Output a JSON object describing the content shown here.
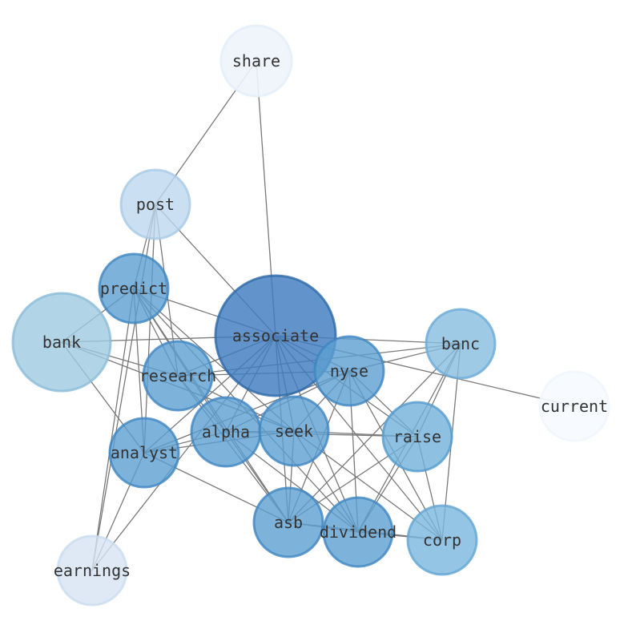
{
  "graph": {
    "nodes": [
      {
        "id": "associate",
        "label": "associate",
        "fill": "#3f7dbf",
        "stroke": "#2e6aa8",
        "opacity": 0.82
      },
      {
        "id": "bank",
        "label": "bank",
        "fill": "#9ecae1",
        "stroke": "#8bbcd8",
        "opacity": 0.8
      },
      {
        "id": "share",
        "label": "share",
        "fill": "#eef3fb",
        "stroke": "#e6eef9",
        "opacity": 0.9
      },
      {
        "id": "post",
        "label": "post",
        "fill": "#bdd7ee",
        "stroke": "#a8c9e6",
        "opacity": 0.8
      },
      {
        "id": "predict",
        "label": "predict",
        "fill": "#5c9fd1",
        "stroke": "#3f86c2",
        "opacity": 0.8
      },
      {
        "id": "banc",
        "label": "banc",
        "fill": "#86bde0",
        "stroke": "#6aaad7",
        "opacity": 0.8
      },
      {
        "id": "current",
        "label": "current",
        "fill": "#f6f9fe",
        "stroke": "#f1f6fd",
        "opacity": 0.9
      },
      {
        "id": "nyse",
        "label": "nyse",
        "fill": "#5c9fd1",
        "stroke": "#3f86c2",
        "opacity": 0.8
      },
      {
        "id": "research",
        "label": "research",
        "fill": "#5c9fd1",
        "stroke": "#3f86c2",
        "opacity": 0.8
      },
      {
        "id": "alpha",
        "label": "alpha",
        "fill": "#5c9fd1",
        "stroke": "#3f86c2",
        "opacity": 0.8
      },
      {
        "id": "seek",
        "label": "seek",
        "fill": "#5c9fd1",
        "stroke": "#3f86c2",
        "opacity": 0.8
      },
      {
        "id": "raise",
        "label": "raise",
        "fill": "#72b0da",
        "stroke": "#549bcd",
        "opacity": 0.8
      },
      {
        "id": "analyst",
        "label": "analyst",
        "fill": "#5c9fd1",
        "stroke": "#3f86c2",
        "opacity": 0.8
      },
      {
        "id": "asb",
        "label": "asb",
        "fill": "#5c9fd1",
        "stroke": "#3f86c2",
        "opacity": 0.8
      },
      {
        "id": "dividend",
        "label": "dividend",
        "fill": "#5c9fd1",
        "stroke": "#3f86c2",
        "opacity": 0.8
      },
      {
        "id": "corp",
        "label": "corp",
        "fill": "#7bb6dd",
        "stroke": "#62a5d3",
        "opacity": 0.8
      },
      {
        "id": "earnings",
        "label": "earnings",
        "fill": "#d6e4f3",
        "stroke": "#c9dcef",
        "opacity": 0.8
      }
    ],
    "edges": [
      [
        "share",
        "associate"
      ],
      [
        "share",
        "post"
      ],
      [
        "post",
        "associate"
      ],
      [
        "post",
        "predict"
      ],
      [
        "post",
        "research"
      ],
      [
        "post",
        "analyst"
      ],
      [
        "post",
        "earnings"
      ],
      [
        "predict",
        "associate"
      ],
      [
        "predict",
        "bank"
      ],
      [
        "predict",
        "research"
      ],
      [
        "predict",
        "alpha"
      ],
      [
        "predict",
        "seek"
      ],
      [
        "predict",
        "analyst"
      ],
      [
        "predict",
        "asb"
      ],
      [
        "predict",
        "dividend"
      ],
      [
        "predict",
        "earnings"
      ],
      [
        "bank",
        "associate"
      ],
      [
        "bank",
        "research"
      ],
      [
        "bank",
        "analyst"
      ],
      [
        "bank",
        "seek"
      ],
      [
        "associate",
        "banc"
      ],
      [
        "associate",
        "current"
      ],
      [
        "associate",
        "nyse"
      ],
      [
        "associate",
        "research"
      ],
      [
        "associate",
        "alpha"
      ],
      [
        "associate",
        "seek"
      ],
      [
        "associate",
        "raise"
      ],
      [
        "associate",
        "analyst"
      ],
      [
        "associate",
        "asb"
      ],
      [
        "associate",
        "dividend"
      ],
      [
        "associate",
        "corp"
      ],
      [
        "associate",
        "earnings"
      ],
      [
        "banc",
        "nyse"
      ],
      [
        "banc",
        "raise"
      ],
      [
        "banc",
        "asb"
      ],
      [
        "banc",
        "dividend"
      ],
      [
        "banc",
        "corp"
      ],
      [
        "banc",
        "research"
      ],
      [
        "nyse",
        "research"
      ],
      [
        "nyse",
        "alpha"
      ],
      [
        "nyse",
        "seek"
      ],
      [
        "nyse",
        "raise"
      ],
      [
        "nyse",
        "dividend"
      ],
      [
        "nyse",
        "corp"
      ],
      [
        "nyse",
        "analyst"
      ],
      [
        "nyse",
        "asb"
      ],
      [
        "research",
        "alpha"
      ],
      [
        "research",
        "seek"
      ],
      [
        "research",
        "asb"
      ],
      [
        "alpha",
        "seek"
      ],
      [
        "alpha",
        "raise"
      ],
      [
        "alpha",
        "analyst"
      ],
      [
        "alpha",
        "asb"
      ],
      [
        "alpha",
        "dividend"
      ],
      [
        "seek",
        "raise"
      ],
      [
        "seek",
        "analyst"
      ],
      [
        "seek",
        "asb"
      ],
      [
        "seek",
        "dividend"
      ],
      [
        "seek",
        "corp"
      ],
      [
        "raise",
        "asb"
      ],
      [
        "raise",
        "dividend"
      ],
      [
        "raise",
        "corp"
      ],
      [
        "analyst",
        "asb"
      ],
      [
        "analyst",
        "earnings"
      ],
      [
        "asb",
        "dividend"
      ],
      [
        "asb",
        "corp"
      ],
      [
        "dividend",
        "corp"
      ]
    ]
  }
}
